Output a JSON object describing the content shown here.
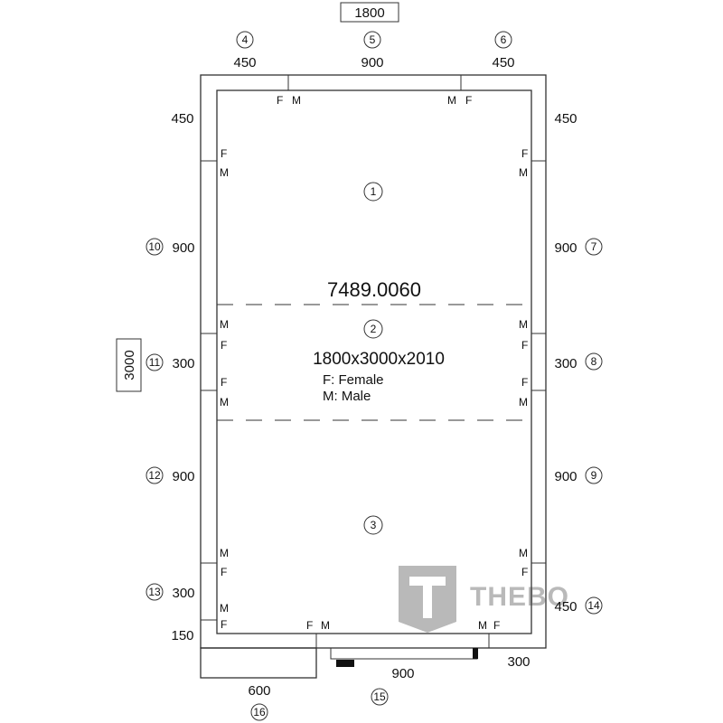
{
  "top": {
    "total": "1800",
    "segments": [
      {
        "num": "4",
        "dim": "450"
      },
      {
        "num": "5",
        "dim": "900"
      },
      {
        "num": "6",
        "dim": "450"
      }
    ]
  },
  "left": {
    "total": "3000",
    "dims": [
      {
        "num": "",
        "dim": "450"
      },
      {
        "num": "10",
        "dim": "900"
      },
      {
        "num": "11",
        "dim": "300"
      },
      {
        "num": "12",
        "dim": "900"
      },
      {
        "num": "13",
        "dim": "300"
      },
      {
        "num": "",
        "dim": "150"
      }
    ]
  },
  "right": {
    "dims": [
      {
        "num": "",
        "dim": "450"
      },
      {
        "num": "7",
        "dim": "900"
      },
      {
        "num": "8",
        "dim": "300"
      },
      {
        "num": "9",
        "dim": "900"
      },
      {
        "num": "14",
        "dim": "450"
      }
    ]
  },
  "bottom": {
    "door_dim": "900",
    "door_num": "15",
    "right_dim": "300",
    "ext_dim": "600",
    "ext_num": "16"
  },
  "sections": {
    "s1": "1",
    "s2": "2",
    "s3": "3"
  },
  "info": {
    "code": "7489.0060",
    "size": "1800x3000x2010",
    "legend_f": "F: Female",
    "legend_m": "M: Male"
  },
  "joint_labels": {
    "f": "F",
    "m": "M"
  },
  "logo": {
    "text": "THEBO",
    "color": "#b9b9b9"
  }
}
